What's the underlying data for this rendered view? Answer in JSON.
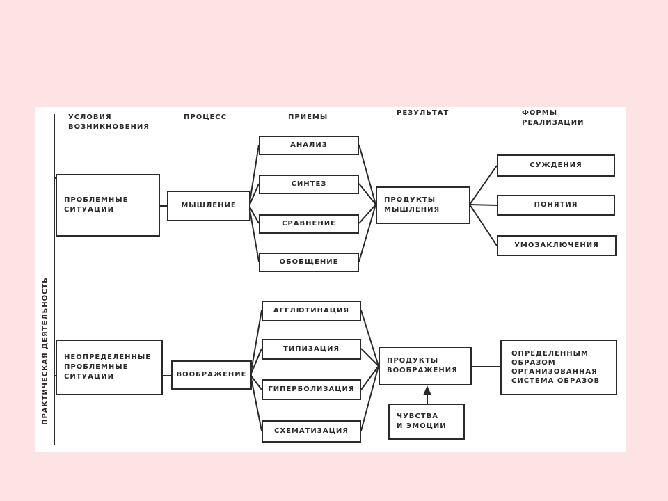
{
  "side_label": "ПРАКТИЧЕСКАЯ ДЕЯТЕЛЬНОСТЬ",
  "headers": {
    "conditions": "УСЛОВИЯ\nВОЗНИКНОВЕНИЯ",
    "process": "ПРОЦЕСС",
    "methods": "ПРИЕМЫ",
    "result": "РЕЗУЛЬТАТ",
    "forms": "ФОРМЫ\nРЕАЛИЗАЦИИ"
  },
  "thinking": {
    "condition": "ПРОБЛЕМНЫЕ\nСИТУАЦИИ",
    "process": "МЫШЛЕНИЕ",
    "methods": [
      "АНАЛИЗ",
      "СИНТЕЗ",
      "СРАВНЕНИЕ",
      "ОБОБЩЕНИЕ"
    ],
    "result": "ПРОДУКТЫ\nМЫШЛЕНИЯ",
    "forms": [
      "СУЖДЕНИЯ",
      "ПОНЯТИЯ",
      "УМОЗАКЛЮЧЕНИЯ"
    ]
  },
  "imagination": {
    "condition": "НЕОПРЕДЕЛЕННЫЕ\nПРОБЛЕМНЫЕ\nСИТУАЦИИ",
    "process": "ВООБРАЖЕНИЕ",
    "methods": [
      "АГГЛЮТИНАЦИЯ",
      "ТИПИЗАЦИЯ",
      "ГИПЕРБОЛИЗАЦИЯ",
      "СХЕМАТИЗАЦИЯ"
    ],
    "result": "ПРОДУКТЫ\nВООБРАЖЕНИЯ",
    "emotions": "ЧУВСТВА\nИ ЭМОЦИИ",
    "form": "ОПРЕДЕЛЕННЫМ\nОБРАЗОМ\nОРГАНИЗОВАННАЯ\nСИСТЕМА ОБРАЗОВ"
  }
}
